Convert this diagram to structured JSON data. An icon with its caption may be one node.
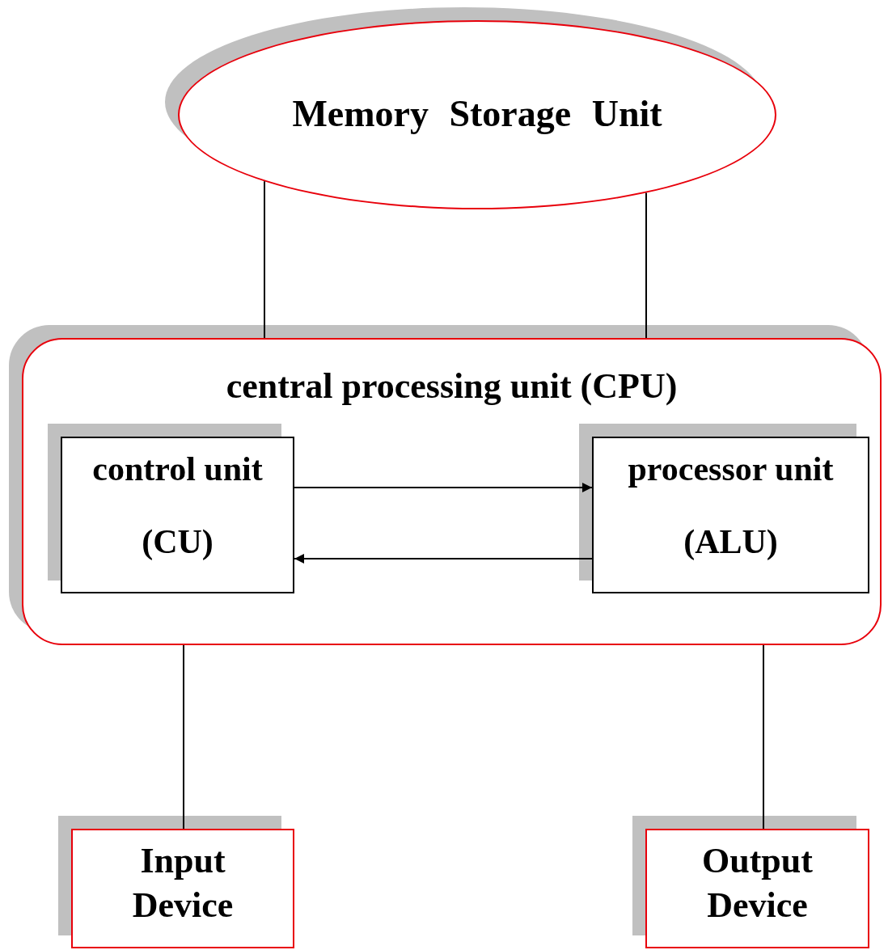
{
  "diagram": {
    "nodes": [
      {
        "text": [
          "Memory Storage Unit"
        ]
      },
      {
        "text": [
          "central processing unit (CPU)"
        ]
      },
      {
        "text": [
          "control unit",
          "(CU)"
        ],
        "in": 1
      },
      {
        "text": [
          "processor unit",
          "(ALU)"
        ],
        "in": 1
      },
      {
        "text": [
          "Input Device"
        ]
      },
      {
        "text": [
          "Output Device"
        ]
      }
    ],
    "edges": [
      {
        "from": 0,
        "to": 1,
        "arrow": "none"
      },
      {
        "from": 0,
        "to": 1,
        "arrow": "none"
      },
      {
        "from": 2,
        "to": 3,
        "arrow": "to"
      },
      {
        "from": 3,
        "to": 2,
        "arrow": "to"
      },
      {
        "from": 1,
        "to": 4,
        "arrow": "none"
      },
      {
        "from": 1,
        "to": 5,
        "arrow": "none"
      }
    ]
  }
}
